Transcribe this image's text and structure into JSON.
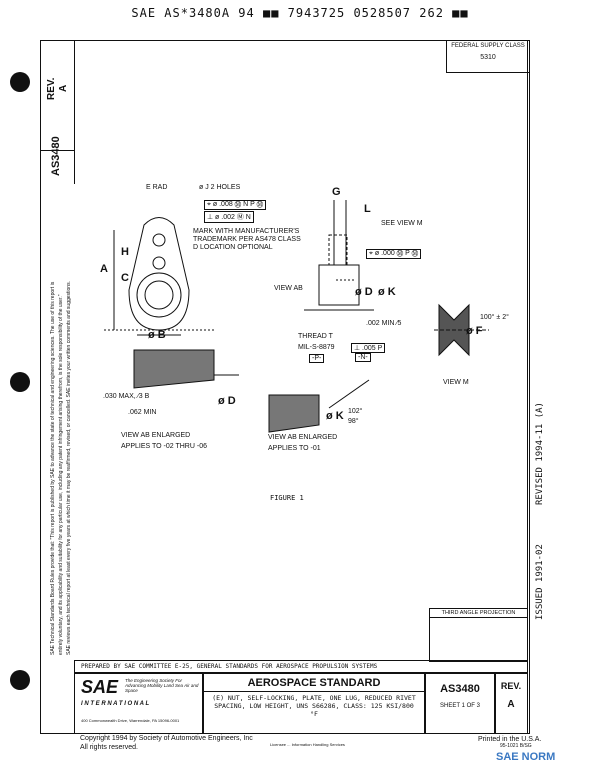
{
  "header_line": "SAE AS*3480A 94 ■■ 7943725 0528507 262 ■■",
  "doc": {
    "number": "AS3480",
    "rev_label": "REV.",
    "rev_value": "A",
    "fsc_label": "FEDERAL SUPPLY CLASS",
    "fsc_value": "5310",
    "issued": "ISSUED 1991-02",
    "revised": "REVISED 1994-11 (A)",
    "figure": "FIGURE 1",
    "third_angle": "THIRD ANGLE PROJECTION",
    "prepared_by": "PREPARED BY SAE COMMITTEE E-25, GENERAL STANDARDS FOR AEROSPACE PROPULSION SYSTEMS",
    "std_title": "AEROSPACE STANDARD",
    "description": "(E) NUT, SELF-LOCKING, PLATE, ONE LUG, REDUCED RIVET SPACING, LOW HEIGHT, UNS S66286, CLASS: 125 KSI/800 °F",
    "sheet": "SHEET 1 OF 3",
    "std_number_box": "AS3480",
    "rev_box_label": "REV.",
    "rev_box_value": "A"
  },
  "sae_block": {
    "logo": "SAE",
    "tag1": "The Engineering Society For Advancing Mobility Land Sea Air and Space",
    "intl": "I N T E R N A T I O N A L",
    "address": "400 Commonwealth Drive, Warrendale, PA 15096-0001"
  },
  "left_notice": [
    "SAE Technical Standards Board Rules provide that: \"This report is published by SAE to advance the state of technical and engineering sciences. The use of this report is",
    "entirely voluntary, and its applicability and suitability for any particular use, including any patent infringement arising therefrom, is the sole responsibility of the user.\"",
    "SAE reviews each technical report at least every five years at which time it may be reaffirmed, revised, or cancelled. SAE invites your written comments and suggestions."
  ],
  "drawing": {
    "e_rad": "E RAD",
    "j_holes": "ø J  2 HOLES",
    "fcf1": "⌖ ø .008 Ⓜ N P Ⓜ",
    "fcf2": "⊥ ø .002 Ⓜ N",
    "mark_with": "MARK WITH MANUFACTURER'S TRADEMARK PER AS478 CLASS D LOCATION OPTIONAL",
    "dim_a": "A",
    "dim_h": "H",
    "dim_c": "C",
    "dim_b": "ø B",
    "dim_g": "G",
    "dim_l": "L",
    "see_view_m": "SEE VIEW M",
    "fcf3": "⌖ ø .000 Ⓜ P Ⓜ",
    "view_ab": "VIEW AB",
    "dim_d": "ø D",
    "dim_k": "ø K",
    "min_note": ".002 MIN ∕5",
    "thread": "THREAD T",
    "mil": "MIL-S-8879",
    "datum_p": "-P-",
    "fcf4": "⊥ .005 P",
    "datum_n": "-N-",
    "dim_f": "ø F",
    "angle": "100° ± 2°",
    "view_m": "VIEW M",
    "max_note": ".030 MAX, ∕3 B",
    "min2": ".062 MIN",
    "view_ab_enl1": "VIEW AB ENLARGED",
    "applies1": "APPLIES TO -02 THRU -06",
    "view_ab_enl2": "VIEW AB ENLARGED",
    "applies2": "APPLIES TO -01",
    "dim_k2": "ø K",
    "ang1": "102°",
    "ang2": "98°"
  },
  "footer": {
    "copyright": "Copyright 1994 by Society of Automotive Engineers, Inc",
    "rights": "All rights reserved.",
    "printed": "Printed in the U.S.A.",
    "code": "95-1021 B/SG",
    "center_small": "Licensee ... Information Handling Services",
    "watermark": "SAE NORM"
  }
}
